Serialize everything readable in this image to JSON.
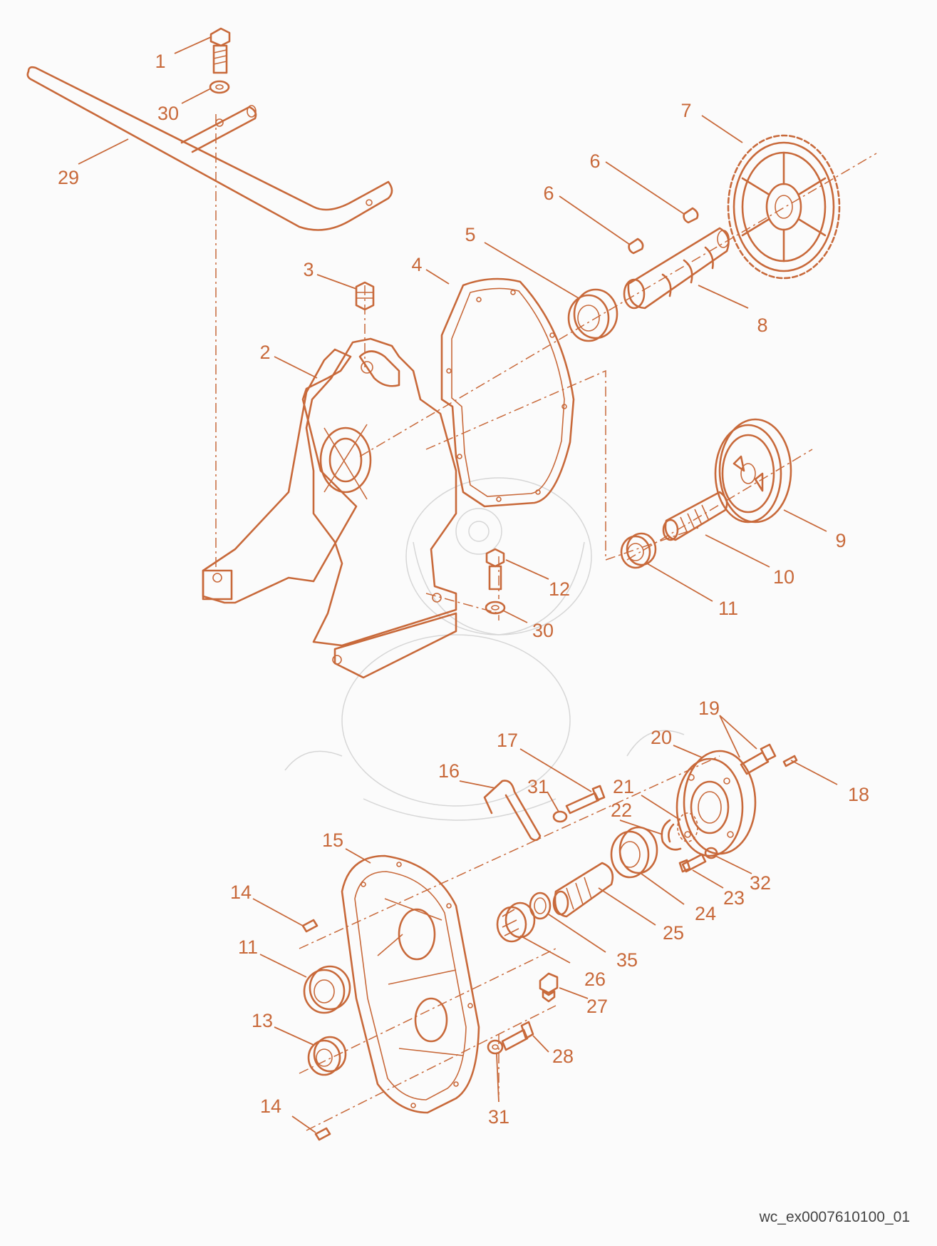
{
  "colors": {
    "accent": "#c8693a",
    "watermark": "#d6d6d6"
  },
  "callouts": [
    "1",
    "30",
    "29",
    "3",
    "2",
    "4",
    "5",
    "6",
    "6",
    "7",
    "8",
    "9",
    "10",
    "11",
    "12",
    "30",
    "17",
    "16",
    "31",
    "15",
    "14",
    "11",
    "13",
    "14",
    "20",
    "19",
    "18",
    "21",
    "22",
    "23",
    "32",
    "24",
    "25",
    "35",
    "26",
    "27",
    "28",
    "31"
  ],
  "drawing_id": "wc_ex0007610100_01"
}
